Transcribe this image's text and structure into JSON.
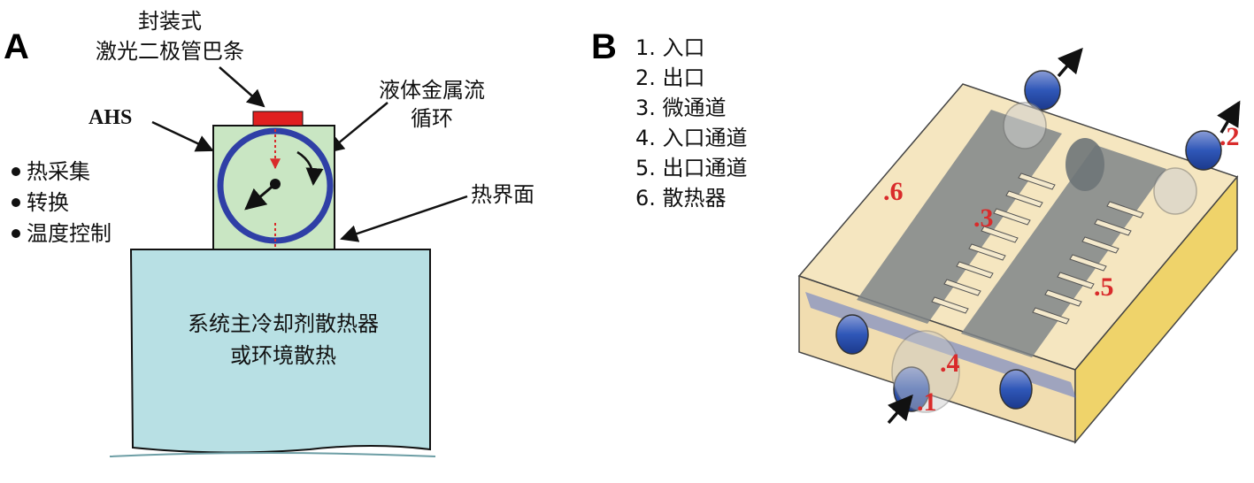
{
  "panel_a": {
    "letter": "A",
    "top_label_line1": "封装式",
    "top_label_line2": "激光二极管巴条",
    "ahs_label": "AHS",
    "liquid_label_line1": "液体金属流",
    "liquid_label_line2": "循环",
    "interface_label": "热界面",
    "bullets": [
      "热采集",
      "转换",
      "温度控制"
    ],
    "sink_label_line1": "系统主冷却剂散热器",
    "sink_label_line2": "或环境散热"
  },
  "panel_b": {
    "letter": "B",
    "legend": [
      "1. 入口",
      "2. 出口",
      "3. 微通道",
      "4. 入口通道",
      "5. 出口通道",
      "6. 散热器"
    ],
    "markers": [
      ".1",
      ".2",
      ".3",
      ".4",
      ".5",
      ".6"
    ]
  },
  "colors": {
    "ahs_fill": "#c9e6c3",
    "sink_fill": "#b8e0e4",
    "ring": "#2f3fa6",
    "red": "#d92b2b",
    "block_front": "#f1ddb0",
    "block_right": "#efd36a",
    "channel": "#7f8588"
  }
}
